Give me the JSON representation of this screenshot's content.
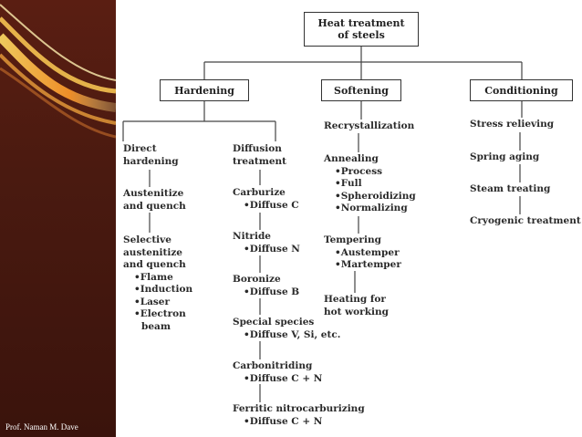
{
  "footer": "Prof. Naman M. Dave",
  "root": {
    "line1": "Heat treatment",
    "line2": "of steels"
  },
  "categories": {
    "hardening": "Hardening",
    "softening": "Softening",
    "conditioning": "Conditioning"
  },
  "hardening_direct": {
    "title1": "Direct",
    "title2": "hardening",
    "austenitize1": "Austenitize",
    "austenitize2": "and quench",
    "selective1": "Selective",
    "selective2": "austenitize",
    "selective3": "and quench",
    "items": [
      "•Flame",
      "•Induction",
      "•Laser",
      "•Electron",
      "beam"
    ]
  },
  "hardening_diffusion": {
    "title1": "Diffusion",
    "title2": "treatment",
    "carburize": "Carburize",
    "carburize_item": "•Diffuse C",
    "nitride": "Nitride",
    "nitride_item": "•Diffuse N",
    "boronize": "Boronize",
    "boronize_item": "•Diffuse B",
    "special": "Special species",
    "special_item": "•Diffuse V, Si, etc.",
    "carbonitriding": "Carbonitriding",
    "carbonitriding_item": "•Diffuse C + N",
    "ferritic": "Ferritic nitrocarburizing",
    "ferritic_item": "•Diffuse C + N"
  },
  "softening": {
    "recrystallization": "Recrystallization",
    "annealing": "Annealing",
    "annealing_items": [
      "•Process",
      "•Full",
      "•Spheroidizing",
      "•Normalizing"
    ],
    "tempering": "Tempering",
    "tempering_items": [
      "•Austemper",
      "•Martemper"
    ],
    "heating1": "Heating for",
    "heating2": "hot working"
  },
  "conditioning": {
    "stress": "Stress relieving",
    "spring": "Spring aging",
    "steam": "Steam treating",
    "cryo": "Cryogenic treatment"
  }
}
